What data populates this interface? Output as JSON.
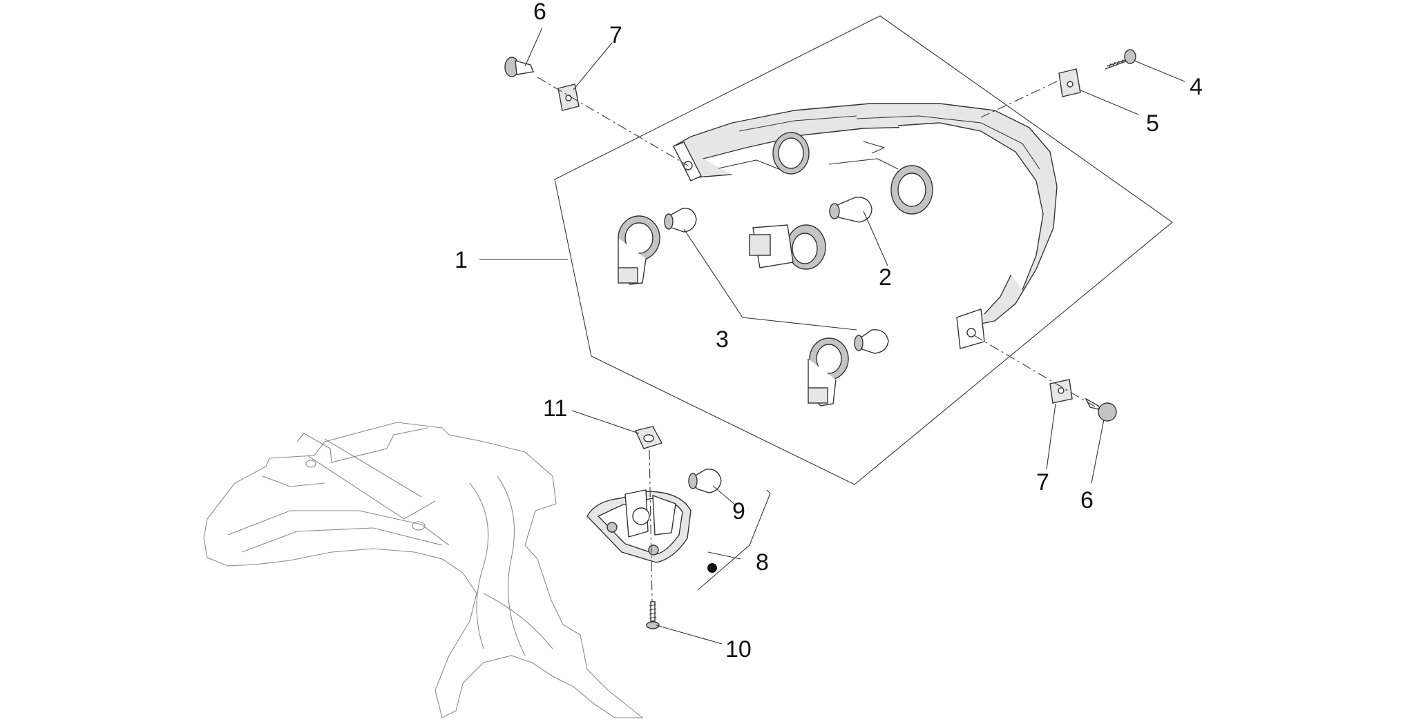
{
  "callouts": [
    {
      "id": "1",
      "label": "1"
    },
    {
      "id": "2",
      "label": "2"
    },
    {
      "id": "3",
      "label": "3"
    },
    {
      "id": "4",
      "label": "4"
    },
    {
      "id": "5",
      "label": "5"
    },
    {
      "id": "6a",
      "label": "6"
    },
    {
      "id": "7a",
      "label": "7"
    },
    {
      "id": "6b",
      "label": "6"
    },
    {
      "id": "7b",
      "label": "7"
    },
    {
      "id": "8",
      "label": "8"
    },
    {
      "id": "9",
      "label": "9"
    },
    {
      "id": "10",
      "label": "10"
    },
    {
      "id": "11",
      "label": "11"
    }
  ],
  "icons": [
    "screw-icon",
    "clip-nut-icon",
    "bulb-icon",
    "bulb-socket-icon",
    "taillight-housing-icon",
    "license-plate-light-icon",
    "rear-fender-icon"
  ]
}
